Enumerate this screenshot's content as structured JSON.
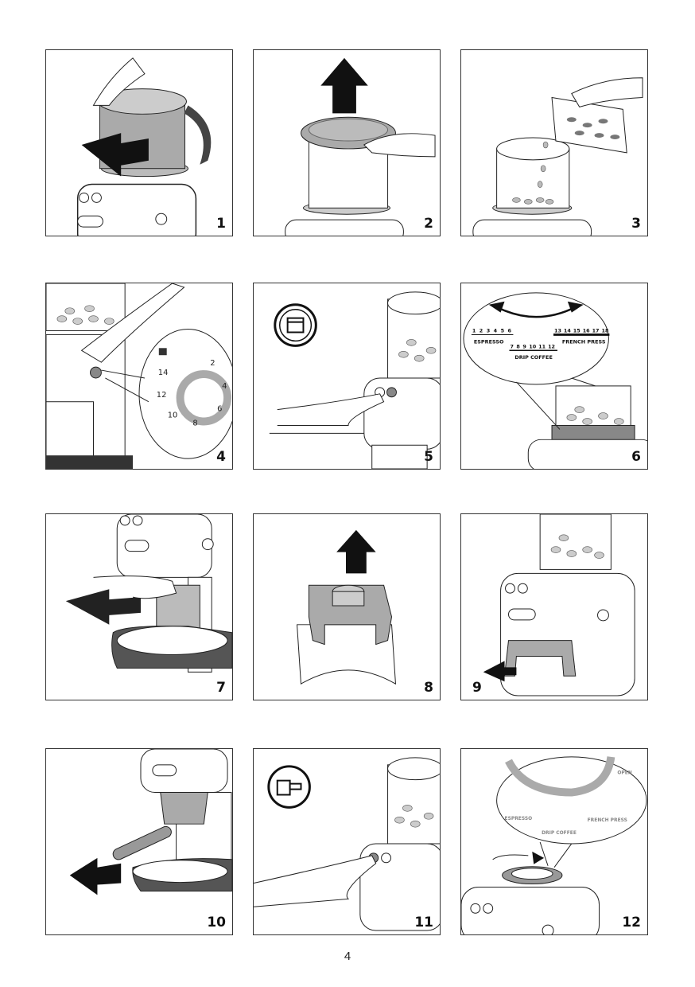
{
  "steps": [
    "1",
    "2",
    "3",
    "4",
    "5",
    "6",
    "7",
    "8",
    "9",
    "10",
    "11",
    "12"
  ],
  "page_number": "4",
  "dial_step4": {
    "labels": [
      "2",
      "4",
      "6",
      "8",
      "10",
      "12",
      "14"
    ]
  },
  "dial_step6": {
    "numbers": [
      "1",
      "2",
      "3",
      "4",
      "5",
      "6",
      "7",
      "8",
      "9",
      "10",
      "11",
      "12",
      "13",
      "14",
      "15",
      "16",
      "17",
      "18"
    ],
    "espresso": "ESPRESSO",
    "drip": "DRIP COFFEE",
    "french": "FRENCH PRESS"
  },
  "dial_step12": {
    "open": "OPEN",
    "espresso": "ESPRESSO",
    "drip": "DRIP COFFEE",
    "french": "FRENCH PRESS"
  },
  "colors": {
    "line": "#222222",
    "grey": "#a8a8a8",
    "dark": "#3a3a3a"
  }
}
